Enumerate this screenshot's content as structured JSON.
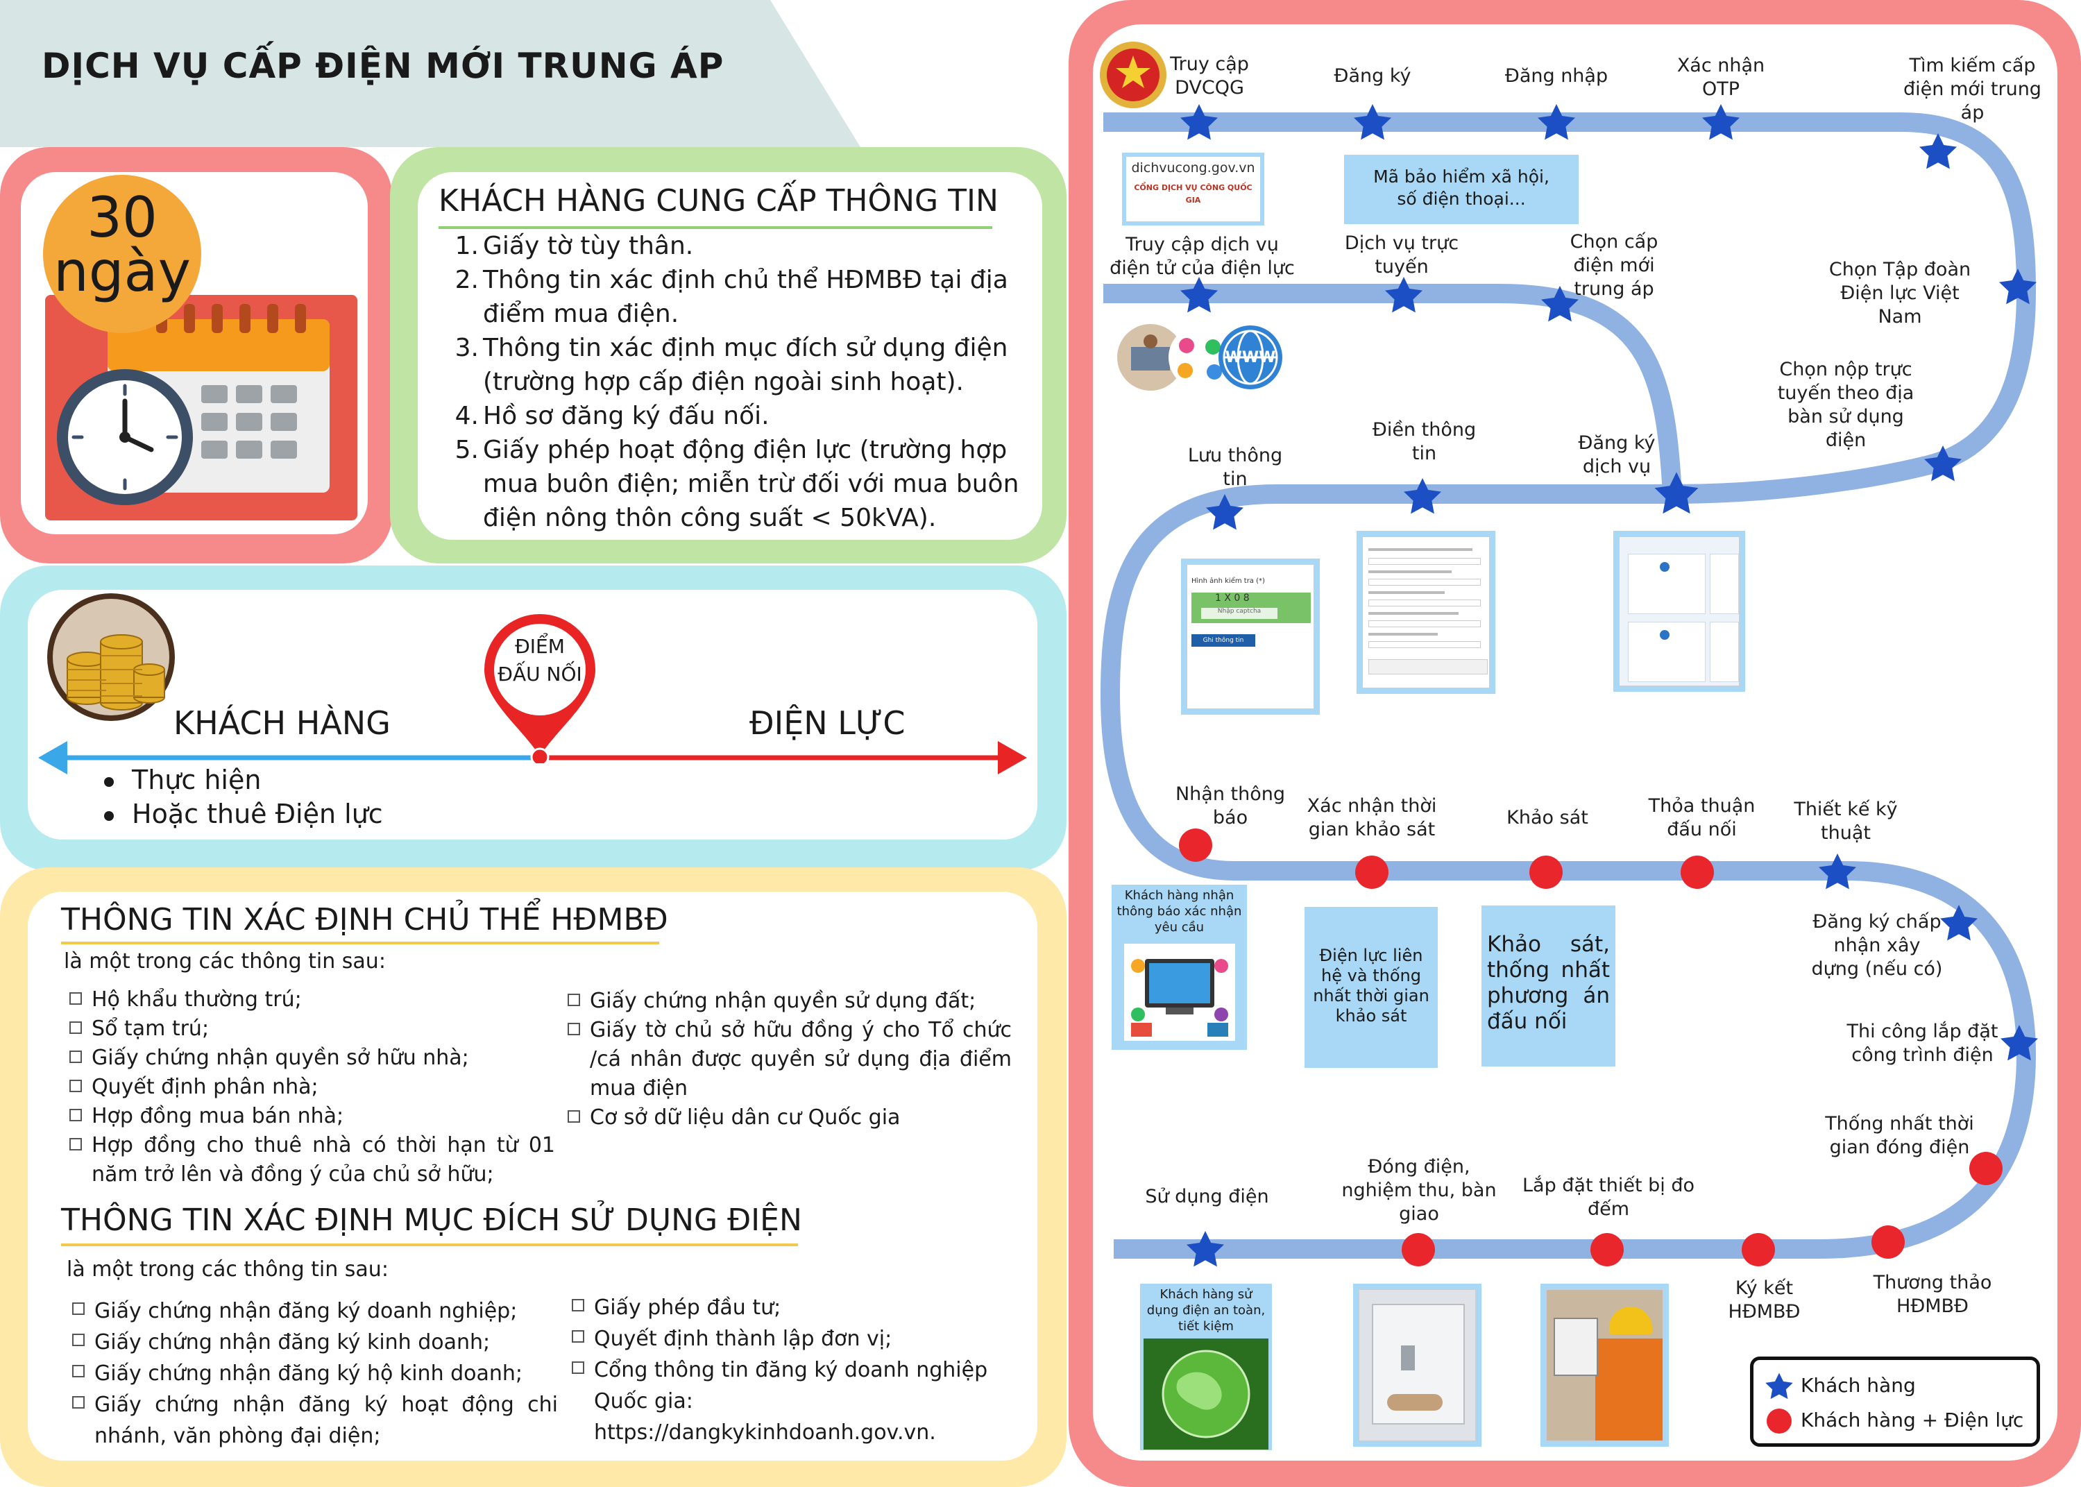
{
  "page_title": "DỊCH VỤ CẤP ĐIỆN MỚI TRUNG ÁP",
  "duration": {
    "number": "30",
    "unit": "ngày"
  },
  "customer_info": {
    "title": "KHÁCH HÀNG CUNG CẤP THÔNG TIN",
    "items": [
      {
        "num": "1.",
        "text": "Giấy tờ tùy thân."
      },
      {
        "num": "2.",
        "text": "Thông tin xác định chủ thể HĐMBĐ tại địa điểm mua điện."
      },
      {
        "num": "3.",
        "text": "Thông tin xác định mục đích sử dụng điện (trường hợp cấp điện ngoài sinh hoạt)."
      },
      {
        "num": "4.",
        "text": "Hồ sơ đăng ký đấu nối."
      },
      {
        "num": "5.",
        "text": "Giấy phép hoạt động điện lực (trường hợp mua buôn điện; miễn trừ đối với mua buôn điện nông thôn công suất < 50kVA)."
      }
    ]
  },
  "connection": {
    "point_label_1": "ĐIỂM",
    "point_label_2": "ĐẤU NỐI",
    "left_label": "KHÁCH HÀNG",
    "right_label": "ĐIỆN LỰC",
    "left_items": [
      "Thực hiện",
      "Hoặc thuê Điện lực"
    ],
    "colors": {
      "customer": "#3aa8e8",
      "utility": "#e82424"
    }
  },
  "owner_info": {
    "title": "THÔNG TIN XÁC ĐỊNH CHỦ THỂ HĐMBĐ",
    "subtitle": "là một trong các thông tin sau:",
    "col1": [
      "Hộ khẩu thường trú;",
      "Sổ tạm trú;",
      "Giấy chứng nhận quyền sở hữu nhà;",
      "Quyết định phân nhà;",
      "Hợp đồng mua bán nhà;",
      "Hợp đồng cho thuê nhà có thời hạn từ 01 năm trở lên và đồng ý của chủ sở hữu;"
    ],
    "col2": [
      "Giấy chứng nhận quyền sử dụng đất;",
      "Giấy tờ chủ sở hữu đồng ý cho Tổ chức /cá nhân được quyền sử dụng địa điểm mua điện",
      "Cơ sở dữ liệu dân cư Quốc gia"
    ]
  },
  "purpose_info": {
    "title": "THÔNG TIN XÁC ĐỊNH MỤC ĐÍCH SỬ DỤNG ĐIỆN",
    "subtitle": "là một trong các thông tin sau:",
    "col1": [
      "Giấy chứng nhận đăng ký doanh nghiệp;",
      "Giấy chứng nhận đăng ký kinh doanh;",
      "Giấy chứng nhận đăng ký hộ kinh doanh;",
      "Giấy chứng nhận đăng ký hoạt động chi nhánh, văn phòng đại diện;"
    ],
    "col2": [
      "Giấy phép đầu tư;",
      "Quyết định thành lập đơn vị;",
      "Cổng thông tin đăng ký doanh nghiệp Quốc gia: https://dangkykinhdoanh.gov.vn."
    ]
  },
  "flow": {
    "steps": {
      "s1": "Truy cập DVCQG",
      "s2": "Đăng ký",
      "s3": "Đăng nhập",
      "s4": "Xác nhận OTP",
      "s5": "Tìm kiếm cấp điện mới trung áp",
      "s6": "Chọn Tập đoàn Điện lực Việt Nam",
      "s7": "Chọn nộp trực tuyến theo địa bàn sử dụng điện",
      "s8": "Truy cập dịch vụ điện tử của điện lực",
      "s9": "Dịch vụ trực tuyến",
      "s10": "Chọn cấp điện mới trung áp",
      "s11": "Lưu thông tin",
      "s12": "Điền thông tin",
      "s13": "Đăng ký dịch vụ",
      "s14": "Nhận thông báo",
      "s15": "Xác nhận thời gian khảo sát",
      "s16": "Khảo sát",
      "s17": "Thỏa thuận đấu nối",
      "s18": "Thiết kế kỹ thuật",
      "s19": "Đăng ký chấp nhận xây dựng (nếu có)",
      "s20": "Thi công lắp đặt công trình điện",
      "s21": "Thống nhất thời gian đóng điện",
      "s22": "Thương thảo HĐMBĐ",
      "s23": "Ký kết HĐMBĐ",
      "s24": "Lắp đặt thiết bị đo đếm",
      "s25": "Đóng điện, nghiệm thu, bàn giao",
      "s26": "Sử dụng điện"
    },
    "notes": {
      "portal_url": "dichvucong.gov.vn",
      "portal_name": "CỔNG DỊCH VỤ CÔNG QUỐC GIA",
      "register": "Mã bảo hiểm xã hội, số điện thoại...",
      "notify": "Khách hàng nhận thông báo xác nhận yêu cầu",
      "contact": "Điện lực liên hệ và thống nhất thời gian khảo sát",
      "survey": "Khảo sát, thống nhất phương án đấu nối",
      "safe_use": "Khách hàng sử dụng điện an toàn, tiết kiệm",
      "captcha_label": "Hình ảnh kiểm tra (*)",
      "captcha_code": "1 X 0 8",
      "captcha_input": "Nhập captcha",
      "save_button": "Ghi thông tin"
    },
    "legend": {
      "star": "Khách hàng",
      "dot": "Khách hàng + Điện lực"
    },
    "colors": {
      "path": "#8fb2e3",
      "star": "#1d4fc4",
      "dot": "#e8262c"
    }
  }
}
